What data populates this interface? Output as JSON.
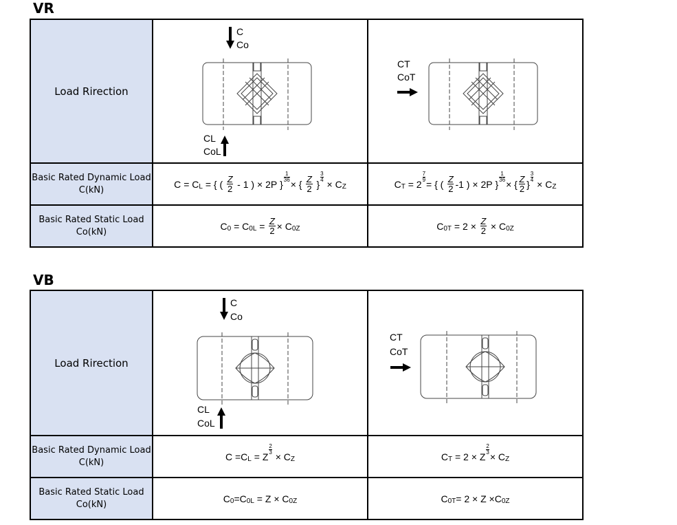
{
  "sections": [
    {
      "title": "VR",
      "row_labels": {
        "load": "Load Rirection",
        "dynamic_line1": "Basic Rated Dynamic Load",
        "dynamic_line2": "C(kN)",
        "static_line1": "Basic Rated Static Load",
        "static_line2": "Co(kN)"
      },
      "diagram_labels": {
        "c": "C",
        "c0": "Co",
        "cl": "CL",
        "col": "CoL",
        "ct": "CT",
        "cot": "CoT"
      }
    },
    {
      "title": "VB",
      "row_labels": {
        "load": "Load Rirection",
        "dynamic_line1": "Basic Rated Dynamic Load",
        "dynamic_line2": "C(kN)",
        "static_line1": "Basic Rated Static Load",
        "static_line2": "Co(kN)"
      },
      "diagram_labels": {
        "c": "C",
        "c0": "Co",
        "cl": "CL",
        "col": "CoL",
        "ct": "CT",
        "cot": "CoT"
      }
    }
  ],
  "formula_tokens": {
    "C": "C",
    "CL": "C",
    "L": "L",
    "Z": "Z",
    "T": "T",
    "OT": "0T",
    "OZ": "0Z",
    "two": "2",
    "P": "P",
    "one": "1",
    "minus": "-",
    "times": "×",
    "eq": "=",
    "n36": "36",
    "n3": "3",
    "n4": "4",
    "n7": "7",
    "n9": "9",
    "n0L": "0L",
    "n0": "0",
    "zsub": "Z",
    "n2": "2",
    "col_sub": "0L"
  }
}
